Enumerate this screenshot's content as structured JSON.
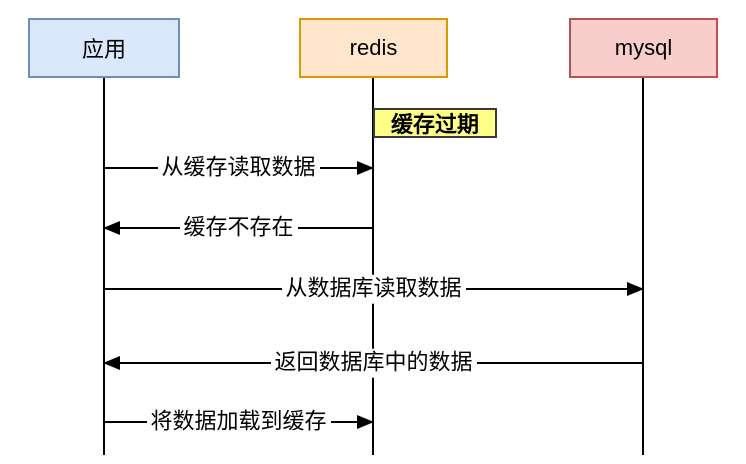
{
  "diagram_title": "redis cache-aside sequence diagram",
  "actors": [
    {
      "id": "app",
      "label": "应用",
      "fill": "#dae8fc",
      "border": "#6c8ebf"
    },
    {
      "id": "redis",
      "label": "redis",
      "fill": "#ffe6cc",
      "border": "#d79b00"
    },
    {
      "id": "mysql",
      "label": "mysql",
      "fill": "#f8cecc",
      "border": "#b85450"
    }
  ],
  "note": {
    "label": "缓存过期",
    "fill": "#ffff88",
    "border": "#36393d",
    "attached_to": "redis"
  },
  "messages": [
    {
      "from": "应用",
      "to": "redis",
      "label": "从缓存读取数据",
      "direction": "right"
    },
    {
      "from": "redis",
      "to": "应用",
      "label": "缓存不存在",
      "direction": "left"
    },
    {
      "from": "应用",
      "to": "mysql",
      "label": "从数据库读取数据",
      "direction": "right"
    },
    {
      "from": "mysql",
      "to": "应用",
      "label": "返回数据库中的数据",
      "direction": "left"
    },
    {
      "from": "应用",
      "to": "redis",
      "label": "将数据加载到缓存",
      "direction": "right"
    }
  ],
  "colors": {
    "line": "#000000",
    "label_background": "#ffffff",
    "canvas_background": "#ffffff"
  }
}
